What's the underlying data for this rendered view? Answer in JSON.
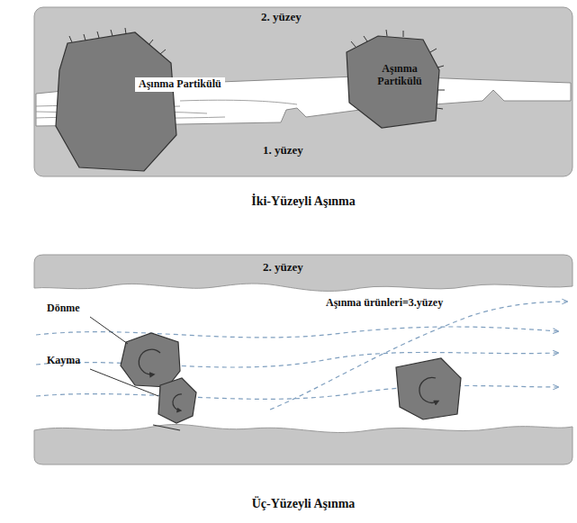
{
  "diagram": {
    "labels": [
      "2. yüzey",
      "Aşınma Partikülü",
      "Aşınma Partikülü",
      "1. yüzey",
      "İki-Yüzeyli Aşınma",
      "2. yüzey",
      "Aşınma ürünleri=3.yüzey",
      "Dönme",
      "Kayma",
      "Üç-Yüzeyli Aşınma"
    ]
  }
}
